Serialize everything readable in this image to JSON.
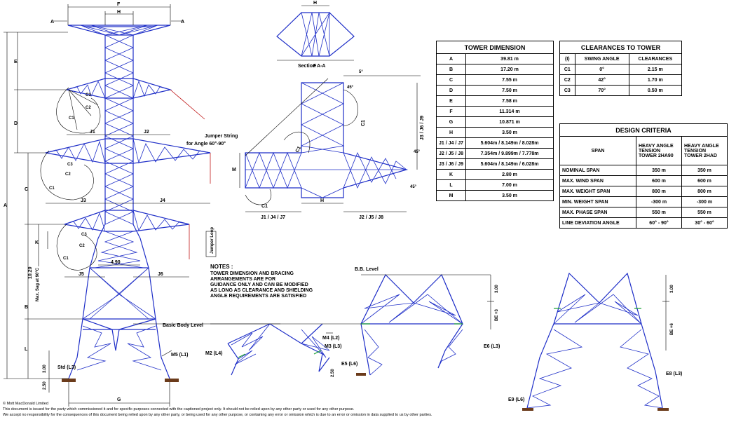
{
  "labels": {
    "top_left_a": "A",
    "top_right_a": "A",
    "f_top": "F",
    "h_top": "H",
    "e": "E",
    "d": "D",
    "c": "C",
    "a": "A",
    "b": "B",
    "l": "L",
    "k": "K",
    "g": "G",
    "j1": "J1",
    "j2": "J2",
    "j3": "J3",
    "j4": "J4",
    "j5": "J5",
    "j6": "J6",
    "c1": "C1",
    "c2": "C2",
    "c3": "C3",
    "width_490": "4.90",
    "sag": "10.20",
    "sag_note": "Max. Sag at 90°C",
    "three_std": "3.00",
    "two_50": "2.50",
    "std_l3": "Std (L3)",
    "m5_l1": "M5 (L1)",
    "basic_body": "Basic Body Level",
    "section_h": "H",
    "section_f": "F",
    "section_aa": "Section A-A",
    "jumper_string": "Jumper String",
    "jumper_angle": "for Angle  60°-90°",
    "m": "M",
    "j147": "J1 / J4 / J7",
    "j258": "J2 / J5 / J8",
    "j369": "J3 / J6 / J9",
    "angle_45": "45°",
    "angle_45b": "45°",
    "angle_45c": "45°",
    "angle_5": "5°",
    "jumper_loop": "Jumper Loop",
    "m2_l4": "M2 (L4)",
    "m4_l2": "M4 (L2)",
    "m3_l3": "M3 (L3)",
    "e5_l6": "E5 (L6)",
    "e6_l3": "E6 (L3)",
    "bb_level": "B.B. Level",
    "three_a": "3.00",
    "be_plus3": "BE +3",
    "three_b": "3.00",
    "be_plus6": "BE +6",
    "e8_l3": "E8 (L3)",
    "e9_l6": "E9 (L6)",
    "two_50b": "2.50"
  },
  "notes": {
    "heading": "NOTES :",
    "lines": [
      "TOWER DIMENSION AND BRACING",
      "ARRANGEMENTS ARE FOR",
      "GUIDANCE ONLY AND CAN BE MODIFIED",
      "AS LONG AS CLEARANCE AND SHIELDING",
      "ANGLE REQUIREMENTS ARE SATISFIED"
    ]
  },
  "tower_dimension": {
    "title": "TOWER DIMENSION",
    "rows": [
      {
        "key": "A",
        "value": "39.81 m"
      },
      {
        "key": "B",
        "value": "17.20 m"
      },
      {
        "key": "C",
        "value": "7.55 m"
      },
      {
        "key": "D",
        "value": "7.50 m"
      },
      {
        "key": "E",
        "value": "7.58 m"
      },
      {
        "key": "F",
        "value": "11.314 m"
      },
      {
        "key": "G",
        "value": "10.871 m"
      },
      {
        "key": "H",
        "value": "3.50 m"
      },
      {
        "key": "J1 / J4 / J7",
        "value": "5.604m / 8.149m / 8.028m"
      },
      {
        "key": "J2 / J5 / J8",
        "value": "7.354m / 9.899m / 7.778m"
      },
      {
        "key": "J3 / J6 / J9",
        "value": "5.604m / 8.149m / 6.028m"
      },
      {
        "key": "K",
        "value": "2.80 m"
      },
      {
        "key": "L",
        "value": "7.00 m"
      },
      {
        "key": "M",
        "value": "3.50 m"
      }
    ]
  },
  "clearances": {
    "title": "CLEARANCES TO TOWER",
    "headers": [
      "(I)",
      "SWING ANGLE",
      "CLEARANCES"
    ],
    "rows": [
      [
        "C1",
        "0°",
        "2.15 m"
      ],
      [
        "C2",
        "42°",
        "1.70 m"
      ],
      [
        "C3",
        "70°",
        "0.50 m"
      ]
    ]
  },
  "design_criteria": {
    "title": "DESIGN  CRITERIA",
    "headers": [
      "SPAN",
      "HEAVY ANGLE TENSION TOWER  2HA90",
      "HEAVY ANGLE TENSION TOWER  2HAD"
    ],
    "rows": [
      [
        "NOMINAL SPAN",
        "350 m",
        "350 m"
      ],
      [
        "MAX. WIND SPAN",
        "600 m",
        "600 m"
      ],
      [
        "MAX. WEIGHT SPAN",
        "800 m",
        "800 m"
      ],
      [
        "MIN. WEIGHT SPAN",
        "-300 m",
        "-300 m"
      ],
      [
        "MAX. PHASE SPAN",
        "550 m",
        "550 m"
      ],
      [
        "LINE DEVIATION ANGLE",
        "60° - 90°",
        "30° - 60°"
      ]
    ]
  },
  "footer": {
    "copyright": "© Mott MacDonald Limited",
    "line1": "This document is issued for the party which commissioned it and for specific purposes connected with the captioned project only. It should not be relied upon by any other party or used for any other purpose.",
    "line2": "We accept no responsibility for the consequences of this document being relied upon by any other party, or being used for any other purpose, or containing any error or omission which is due to an error or omission in data supplied to us by other parties."
  }
}
